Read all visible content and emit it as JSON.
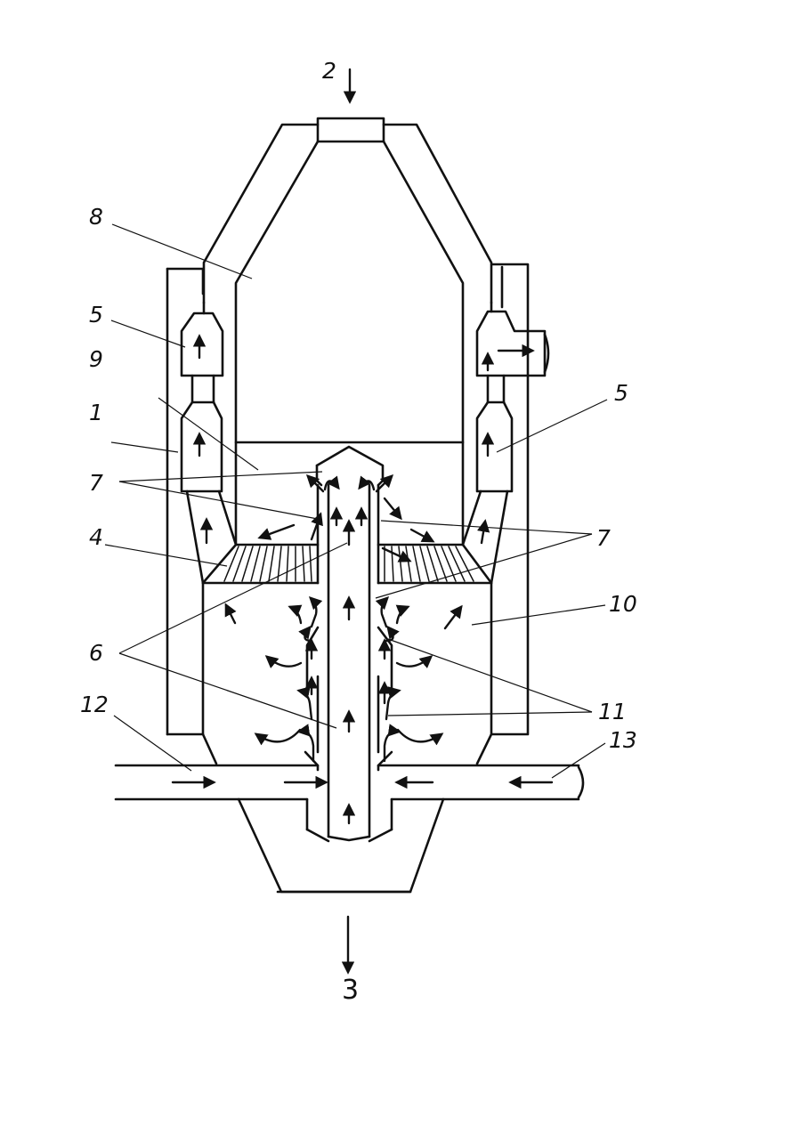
{
  "labels": {
    "l1": "1",
    "l2": "2",
    "l3": "3",
    "l4": "4",
    "l5a": "5",
    "l5b": "5",
    "l6": "6",
    "l7a": "7",
    "l7b": "7",
    "l8": "8",
    "l9": "9",
    "l10": "10",
    "l11": "11",
    "l12": "12",
    "l13": "13"
  }
}
